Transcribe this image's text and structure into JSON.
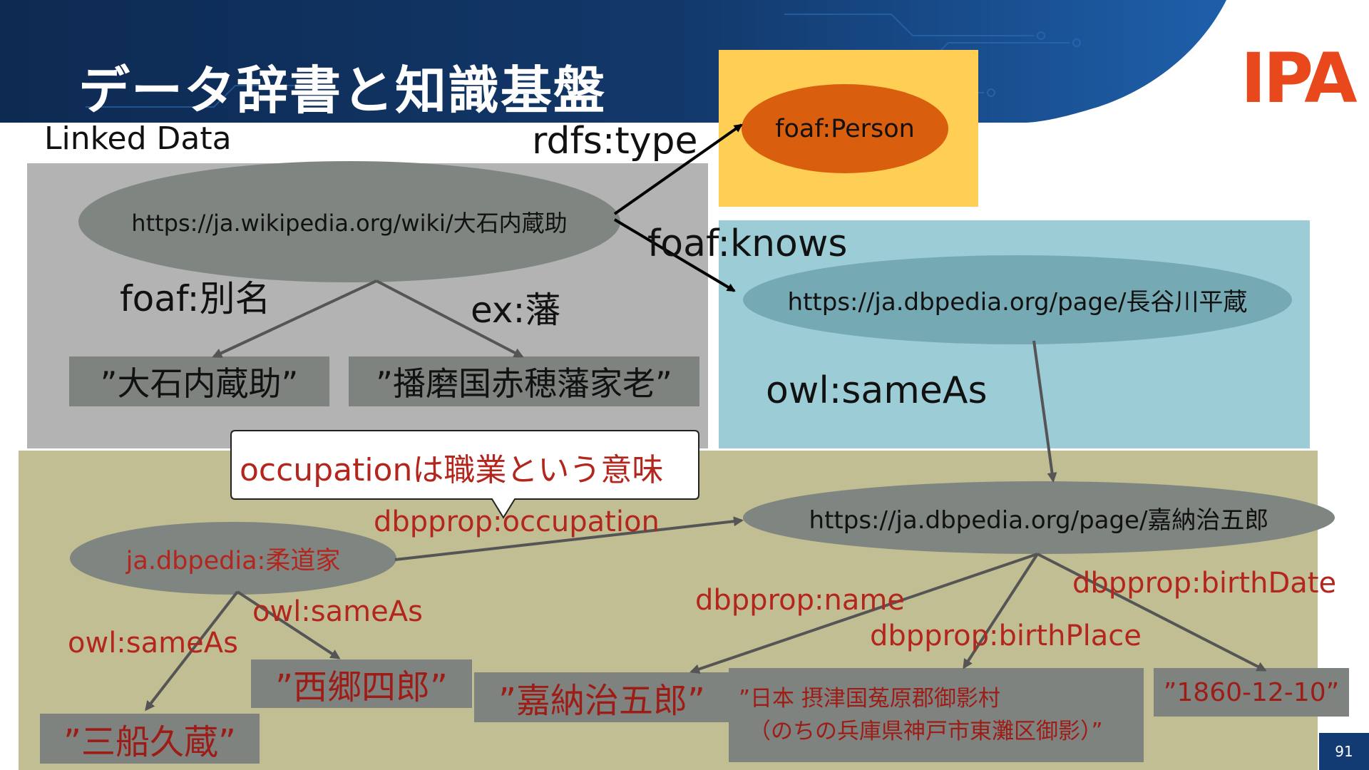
{
  "slide": {
    "title": "データ辞書と知識基盤",
    "section_label": "Linked Data",
    "logo": "IPA",
    "page_number": "91"
  },
  "nodes": {
    "wiki_ooishi": "https://ja.wikipedia.org/wiki/大石内蔵助",
    "foaf_person": "foaf:Person",
    "dbpedia_hasegawa": "https://ja.dbpedia.org/page/長谷川平蔵",
    "dbpedia_kano": "https://ja.dbpedia.org/page/嘉納治五郎",
    "judoka": "ja.dbpedia:柔道家"
  },
  "literals": {
    "ooishi_name": "”大石内蔵助”",
    "ako_karo": "”播磨国赤穂藩家老”",
    "saigo": "”西郷四郎”",
    "mifune": "”三船久蔵”",
    "kano_name": "”嘉納治五郎”",
    "birthplace_line1": "”日本 摂津国菟原郡御影村",
    "birthplace_line2": "（のちの兵庫県神戸市東灘区御影）”",
    "birthdate": "”1860-12-10”"
  },
  "predicates": {
    "rdfs_type": "rdfs:type",
    "foaf_knows": "foaf:knows",
    "foaf_alias": "foaf:別名",
    "ex_han": "ex:藩",
    "owl_sameas_top": "owl:sameAs",
    "dbpprop_occupation": "dbpprop:occupation",
    "owl_sameas_1": "owl:sameAs",
    "owl_sameas_2": "owl:sameAs",
    "dbpprop_name": "dbpprop:name",
    "dbpprop_birthplace": "dbpprop:birthPlace",
    "dbpprop_birthdate": "dbpprop:birthDate"
  },
  "callout": {
    "text": "occupationは職業という意味"
  },
  "colors": {
    "header_dark": "#0d2a52",
    "header_blue": "#1e5faa",
    "logo_red": "#e8481c",
    "gray_panel": "#b3b3b3",
    "teal_panel": "#9ccdd6",
    "olive_panel": "#c2be94",
    "yellow_box": "#ffcf55",
    "orange_oval": "#d95f0e",
    "gray_oval": "#7f8580",
    "teal_oval": "#75a9b3",
    "literal_box": "#7f8380",
    "text_red": "#b3261e"
  }
}
